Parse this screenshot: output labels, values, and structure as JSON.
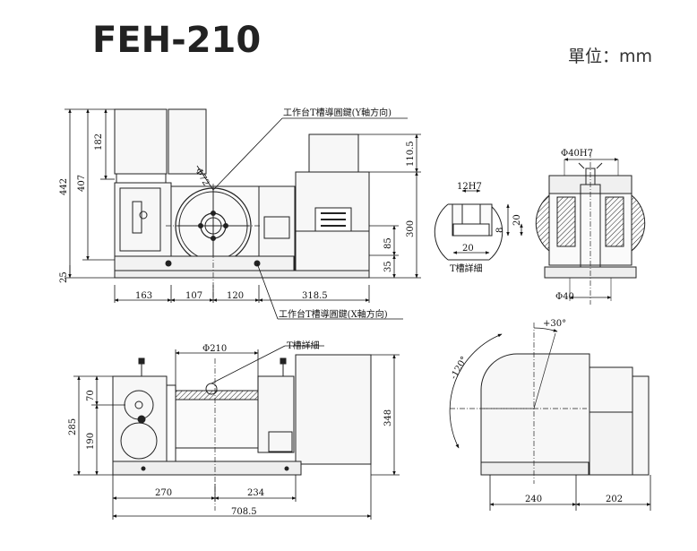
{
  "model": "FEH-210",
  "unit": "單位：mm",
  "annotations": {
    "y_key": "工作台T槽導圓鍵(Y軸方向)",
    "x_key": "工作台T槽導圓鍵(X軸方向)",
    "tslot_detail": "T槽詳細",
    "tslot_detail2": "T槽詳細"
  },
  "dims": {
    "d442": "442",
    "d407": "407",
    "d182": "182",
    "d25": "25",
    "d163": "163",
    "d107": "107",
    "d120": "120",
    "d318_5": "318.5",
    "d110_5": "110.5",
    "d300": "300",
    "d85": "85",
    "d35": "35",
    "phi72": "Φ72",
    "d12h7": "12H7",
    "d20w": "20",
    "d20h": "20",
    "d8": "8",
    "phi40h7": "Φ40H7",
    "phi40": "Φ40",
    "phi210": "Φ210",
    "d70": "70",
    "d285": "285",
    "d190": "190",
    "d348": "348",
    "d270": "270",
    "d234": "234",
    "d708_5": "708.5",
    "a30": "+30°",
    "a120": "-120°",
    "d240": "240",
    "d202": "202"
  },
  "colors": {
    "line": "#222222",
    "fill": "#f4f4f4",
    "dark": "#111111"
  }
}
